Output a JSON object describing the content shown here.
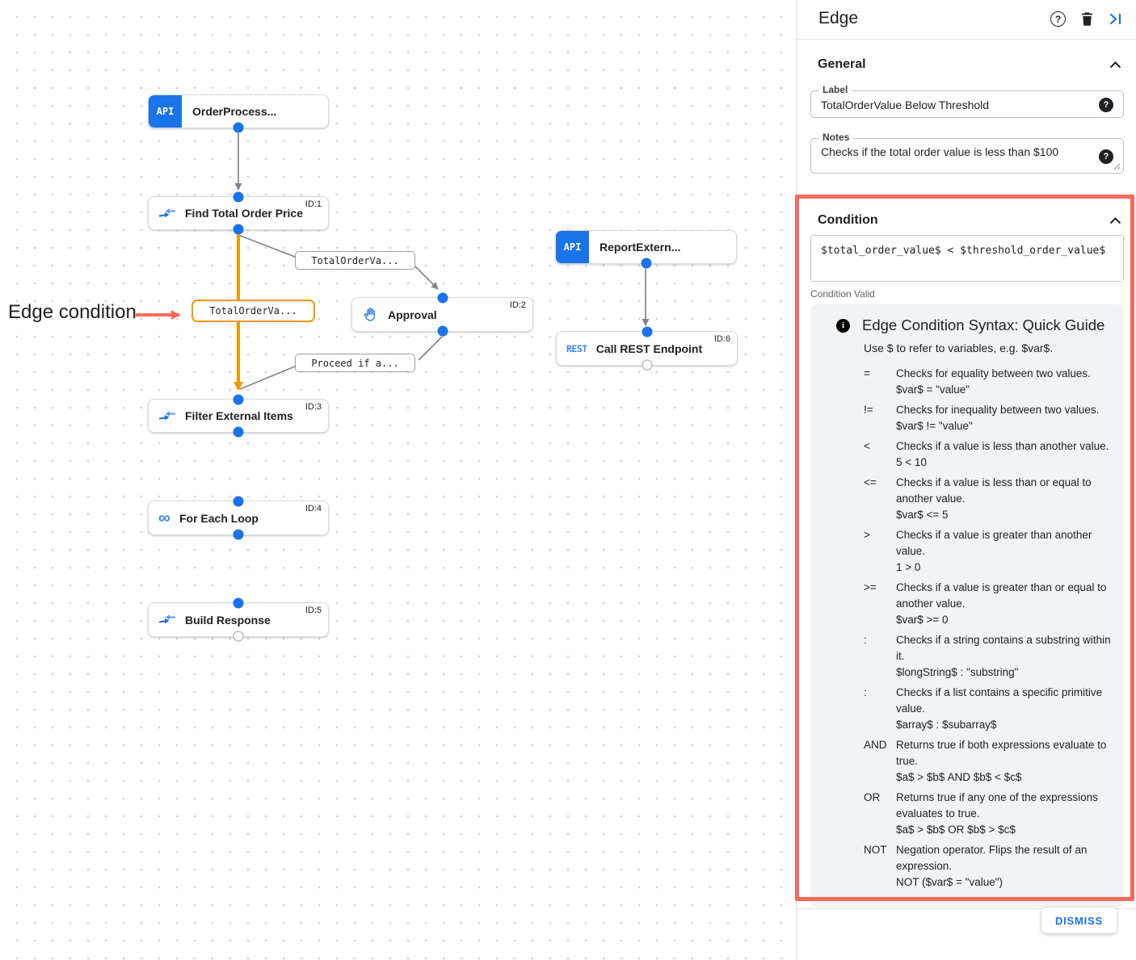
{
  "canvas": {
    "annotation": {
      "text": "Edge condition"
    },
    "badges": {
      "api": "API",
      "rest": "REST",
      "infinity_glyph": "∞"
    },
    "nodes": [
      {
        "label": "OrderProcess...",
        "id": ""
      },
      {
        "label": "Find Total Order Price",
        "id": "ID:1"
      },
      {
        "label": "Approval",
        "id": "ID:2"
      },
      {
        "label": "ReportExtern...",
        "id": ""
      },
      {
        "label": "Call REST Endpoint",
        "id": "ID:6"
      },
      {
        "label": "Filter External Items",
        "id": "ID:3"
      },
      {
        "label": "For Each Loop",
        "id": "ID:4"
      },
      {
        "label": "Build Response",
        "id": "ID:5"
      }
    ],
    "edge_labels": [
      {
        "text": "TotalOrderVa..."
      },
      {
        "text": "TotalOrderVa..."
      },
      {
        "text": "Proceed if a..."
      }
    ]
  },
  "panel": {
    "title": "Edge",
    "general": {
      "section_label": "General",
      "label_field": {
        "label": "Label",
        "value": "TotalOrderValue Below Threshold"
      },
      "notes_field": {
        "label": "Notes",
        "value": "Checks if the total order value is less than $100"
      }
    },
    "condition": {
      "section_label": "Condition",
      "expression": "$total_order_value$ < $threshold_order_value$",
      "status": "Condition Valid",
      "guide": {
        "title": "Edge Condition Syntax: Quick Guide",
        "subtitle": "Use $ to refer to variables, e.g. $var$.",
        "rows": [
          {
            "op": "=",
            "desc": "Checks for equality between two values.",
            "example": "$var$ = \"value\""
          },
          {
            "op": "!=",
            "desc": "Checks for inequality between two values.",
            "example": "$var$ != \"value\""
          },
          {
            "op": "<",
            "desc": "Checks if a value is less than another value.",
            "example": "5 < 10"
          },
          {
            "op": "<=",
            "desc": "Checks if a value is less than or equal to another value.",
            "example": "$var$ <= 5"
          },
          {
            "op": ">",
            "desc": "Checks if a value is greater than another value.",
            "example": "1 > 0"
          },
          {
            "op": ">=",
            "desc": "Checks if a value is greater than or equal to another value.",
            "example": "$var$ >= 0"
          },
          {
            "op": ":",
            "desc": "Checks if a string contains a substring within it.",
            "example": "$longString$ : \"substring\""
          },
          {
            "op": ":",
            "desc": "Checks if a list contains a specific primitive value.",
            "example": "$array$ : $subarray$"
          },
          {
            "op": "AND",
            "desc": "Returns true if both expressions evaluate to true.",
            "example": "$a$ > $b$ AND $b$ < $c$"
          },
          {
            "op": "OR",
            "desc": "Returns true if any one of the expressions evaluates to true.",
            "example": "$a$ > $b$ OR $b$ > $c$"
          },
          {
            "op": "NOT",
            "desc": "Negation operator. Flips the result of an expression.",
            "example": "NOT ($var$ = \"value\")"
          }
        ]
      }
    },
    "dismiss_label": "DISMISS"
  },
  "colors": {
    "accent_blue": "#1a73e8",
    "icon_blue": "#4285f4",
    "edge_orange": "#f29900",
    "annotation_red": "#f76b5c",
    "edge_gray": "#80868b"
  }
}
